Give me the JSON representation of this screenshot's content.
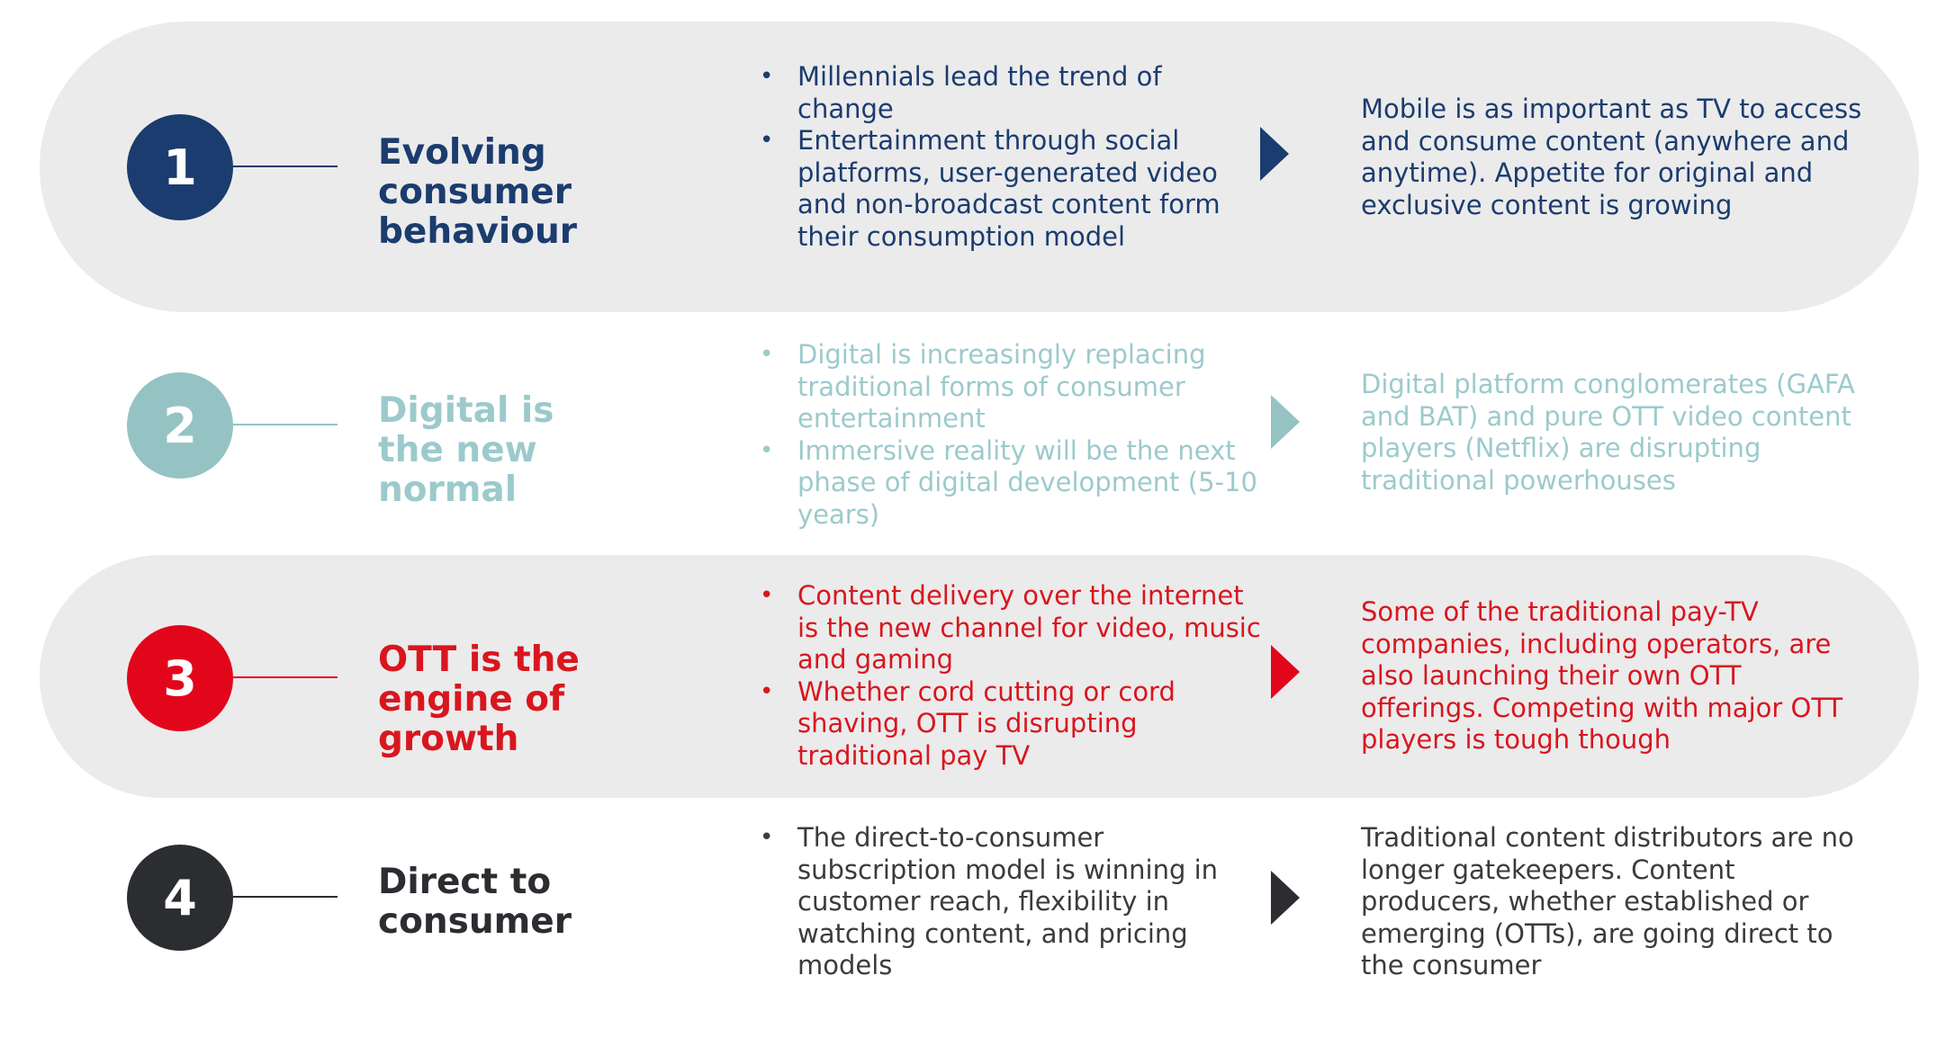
{
  "colors": {
    "navy": "#1b3c6e",
    "teal": "#95c3c3",
    "red": "#e2061b",
    "dark": "#2b2d31",
    "band": "#ebebec",
    "navy_text": "#1b3c6e",
    "teal_text": "#9ccacc",
    "red_text": "#d9161e",
    "dark_text": "#3b3b3b"
  },
  "rows": [
    {
      "number": "1",
      "title": "Evolving consumer behaviour",
      "bullets": [
        "Millennials lead the trend of change",
        "Entertainment through social platforms, user-generated video and non-broadcast content form their consumption model"
      ],
      "arrow_icon": "triangle-right-icon",
      "outcome": "Mobile is as important as TV to access and consume content (anywhere and anytime). Appetite for original and exclusive content is growing"
    },
    {
      "number": "2",
      "title": "Digital is the new normal",
      "bullets": [
        "Digital is increasingly replacing traditional forms of consumer entertainment",
        "Immersive reality will be the next phase of digital development (5-10 years)"
      ],
      "arrow_icon": "triangle-right-icon",
      "outcome": "Digital platform conglomerates (GAFA and BAT) and pure OTT video content players (Netflix) are disrupting traditional powerhouses"
    },
    {
      "number": "3",
      "title": "OTT is the engine of growth",
      "bullets": [
        "Content delivery over the internet is the new channel for video, music and gaming",
        "Whether cord cutting or cord shaving, OTT is disrupting traditional pay TV"
      ],
      "arrow_icon": "triangle-right-icon",
      "outcome": "Some of the traditional pay-TV companies, including operators, are also launching their own OTT offerings. Competing with major OTT players is tough though"
    },
    {
      "number": "4",
      "title": "Direct to consumer",
      "bullets": [
        "The direct-to-consumer subscription model is winning in customer reach, flexibility in watching content, and pricing models"
      ],
      "arrow_icon": "triangle-right-icon",
      "outcome": "Traditional content distributors are no longer gatekeepers. Content producers, whether established or emerging (OTTs), are going direct to the consumer"
    }
  ]
}
